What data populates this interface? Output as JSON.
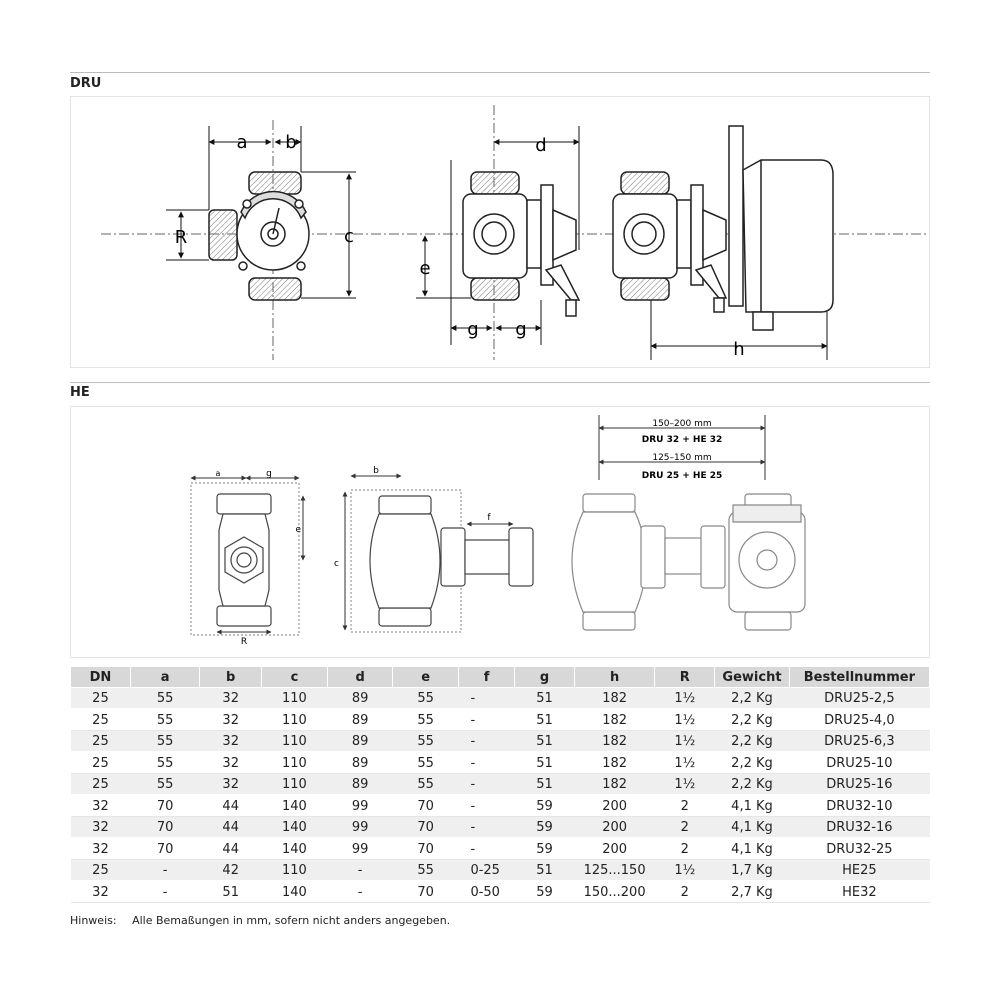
{
  "sections": {
    "dru_title": "DRU",
    "he_title": "HE"
  },
  "dru_drawing": {
    "label_a": "a",
    "label_b": "b",
    "label_c": "c",
    "label_R": "R",
    "label_d": "d",
    "label_e": "e",
    "label_g1": "g",
    "label_g2": "g",
    "label_h": "h"
  },
  "he_drawing": {
    "label_a": "a",
    "label_g": "g",
    "label_e": "e",
    "label_R": "R",
    "label_b": "b",
    "label_c": "c",
    "label_f": "f",
    "dim1": "150–200 mm",
    "dim1_sub": "DRU 32 + HE 32",
    "dim2": "125–150 mm",
    "dim2_sub": "DRU 25 + HE 25"
  },
  "table": {
    "headers": [
      "DN",
      "a",
      "b",
      "c",
      "d",
      "e",
      "f",
      "g",
      "h",
      "R",
      "Gewicht",
      "Bestellnummer"
    ],
    "rows": [
      [
        "25",
        "55",
        "32",
        "110",
        "89",
        "55",
        "-",
        "51",
        "182",
        "1½",
        "2,2 Kg",
        "DRU25-2,5"
      ],
      [
        "25",
        "55",
        "32",
        "110",
        "89",
        "55",
        "-",
        "51",
        "182",
        "1½",
        "2,2 Kg",
        "DRU25-4,0"
      ],
      [
        "25",
        "55",
        "32",
        "110",
        "89",
        "55",
        "-",
        "51",
        "182",
        "1½",
        "2,2 Kg",
        "DRU25-6,3"
      ],
      [
        "25",
        "55",
        "32",
        "110",
        "89",
        "55",
        "-",
        "51",
        "182",
        "1½",
        "2,2 Kg",
        "DRU25-10"
      ],
      [
        "25",
        "55",
        "32",
        "110",
        "89",
        "55",
        "-",
        "51",
        "182",
        "1½",
        "2,2 Kg",
        "DRU25-16"
      ],
      [
        "32",
        "70",
        "44",
        "140",
        "99",
        "70",
        "-",
        "59",
        "200",
        "2",
        "4,1 Kg",
        "DRU32-10"
      ],
      [
        "32",
        "70",
        "44",
        "140",
        "99",
        "70",
        "-",
        "59",
        "200",
        "2",
        "4,1 Kg",
        "DRU32-16"
      ],
      [
        "32",
        "70",
        "44",
        "140",
        "99",
        "70",
        "-",
        "59",
        "200",
        "2",
        "4,1 Kg",
        "DRU32-25"
      ],
      [
        "25",
        "-",
        "42",
        "110",
        "-",
        "55",
        "0-25",
        "51",
        "125...150",
        "1½",
        "1,7 Kg",
        "HE25"
      ],
      [
        "32",
        "-",
        "51",
        "140",
        "-",
        "70",
        "0-50",
        "59",
        "150...200",
        "2",
        "2,7 Kg",
        "HE32"
      ]
    ]
  },
  "note": {
    "label": "Hinweis:",
    "text": "Alle Bemaßungen in mm, sofern nicht anders angegeben."
  }
}
